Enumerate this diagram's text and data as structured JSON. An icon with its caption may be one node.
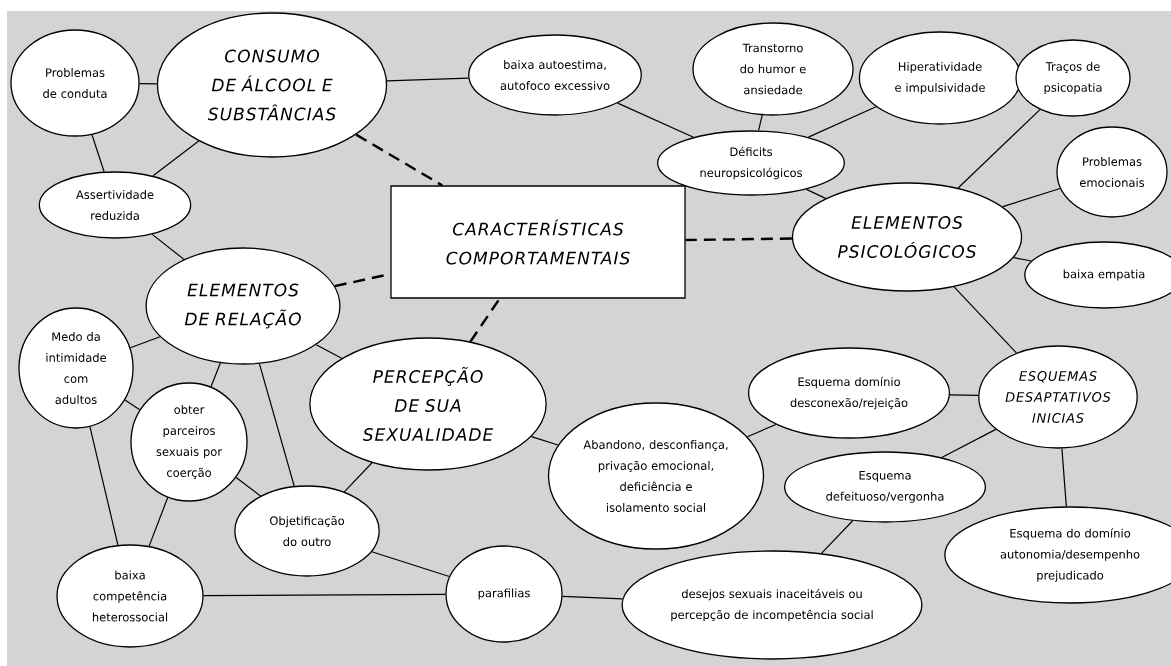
{
  "diagram": {
    "nodes": [
      {
        "text": [
          "CARACTERÍSTICAS COMPORTAMENTAIS"
        ]
      },
      {
        "text": [
          "Problemas de conduta"
        ]
      },
      {
        "text": [
          "CONSUMO DE ÁLCOOL E SUBSTÂNCIAS"
        ]
      },
      {
        "text": [
          "Assertividade reduzida"
        ]
      },
      {
        "text": [
          "baixa autoestima, autofoco excessivo"
        ]
      },
      {
        "text": [
          "Transtorno do humor e ansiedade"
        ]
      },
      {
        "text": [
          "Hiperatividade e impulsividade"
        ]
      },
      {
        "text": [
          "Traços de psicopatia"
        ]
      },
      {
        "text": [
          "Déficits neuropsicológicos"
        ]
      },
      {
        "text": [
          "ELEMENTOS PSICOLÓGICOS"
        ]
      },
      {
        "text": [
          "Problemas emocionais"
        ]
      },
      {
        "text": [
          "baixa empatia"
        ]
      },
      {
        "text": [
          "ELEMENTOS DE RELAÇÃO"
        ]
      },
      {
        "text": [
          "Medo da intimidade com adultos"
        ]
      },
      {
        "text": [
          "PERCEPÇÃO DE SUA SEXUALIDADE"
        ]
      },
      {
        "text": [
          "obter parceiros sexuais por coerção"
        ]
      },
      {
        "text": [
          "Abandono, desconfiança, privação emocional, deficiência e isolamento social"
        ]
      },
      {
        "text": [
          "Esquema domínio desconexão/rejeição"
        ]
      },
      {
        "text": [
          "ESQUEMAS DESAPTATIVOS INICIAS"
        ]
      },
      {
        "text": [
          "Esquema defeituoso/vergonha"
        ]
      },
      {
        "text": [
          "Objetificação do outro"
        ]
      },
      {
        "text": [
          "Esquema do domínio autonomia/desempenho prejudicado"
        ]
      },
      {
        "text": [
          "baixa competência heterossocial"
        ]
      },
      {
        "text": [
          "parafilias"
        ]
      },
      {
        "text": [
          "desejos sexuais inaceitáveis ou percepção de incompetência social"
        ]
      }
    ],
    "edges": [
      {
        "from": 1,
        "to": 2,
        "arrow": "none"
      },
      {
        "from": 1,
        "to": 3,
        "arrow": "none"
      },
      {
        "from": 2,
        "to": 3,
        "arrow": "none"
      },
      {
        "from": 2,
        "to": 4,
        "arrow": "none"
      },
      {
        "from": 2,
        "to": 0,
        "arrow": "none",
        "style": "dashed"
      },
      {
        "from": 3,
        "to": 12,
        "arrow": "none"
      },
      {
        "from": 4,
        "to": 8,
        "arrow": "none"
      },
      {
        "from": 5,
        "to": 8,
        "arrow": "none"
      },
      {
        "from": 6,
        "to": 8,
        "arrow": "none"
      },
      {
        "from": 8,
        "to": 9,
        "arrow": "none"
      },
      {
        "from": 7,
        "to": 9,
        "arrow": "none"
      },
      {
        "from": 10,
        "to": 9,
        "arrow": "none"
      },
      {
        "from": 11,
        "to": 9,
        "arrow": "none"
      },
      {
        "from": 9,
        "to": 0,
        "arrow": "none",
        "style": "dashed"
      },
      {
        "from": 9,
        "to": 18,
        "arrow": "none"
      },
      {
        "from": 12,
        "to": 0,
        "arrow": "none",
        "style": "dashed"
      },
      {
        "from": 14,
        "to": 0,
        "arrow": "none",
        "style": "dashed"
      },
      {
        "from": 12,
        "to": 14,
        "arrow": "none"
      },
      {
        "from": 12,
        "to": 13,
        "arrow": "none"
      },
      {
        "from": 12,
        "to": 15,
        "arrow": "none"
      },
      {
        "from": 12,
        "to": 20,
        "arrow": "none"
      },
      {
        "from": 13,
        "to": 15,
        "arrow": "none"
      },
      {
        "from": 13,
        "to": 22,
        "arrow": "none"
      },
      {
        "from": 15,
        "to": 20,
        "arrow": "none"
      },
      {
        "from": 15,
        "to": 22,
        "arrow": "none"
      },
      {
        "from": 22,
        "to": 23,
        "arrow": "none"
      },
      {
        "from": 20,
        "to": 23,
        "arrow": "none"
      },
      {
        "from": 14,
        "to": 20,
        "arrow": "none"
      },
      {
        "from": 14,
        "to": 16,
        "arrow": "none"
      },
      {
        "from": 16,
        "to": 17,
        "arrow": "none"
      },
      {
        "from": 17,
        "to": 18,
        "arrow": "none"
      },
      {
        "from": 18,
        "to": 19,
        "arrow": "none"
      },
      {
        "from": 18,
        "to": 21,
        "arrow": "none"
      },
      {
        "from": 19,
        "to": 24,
        "arrow": "none"
      },
      {
        "from": 23,
        "to": 24,
        "arrow": "none"
      }
    ]
  }
}
